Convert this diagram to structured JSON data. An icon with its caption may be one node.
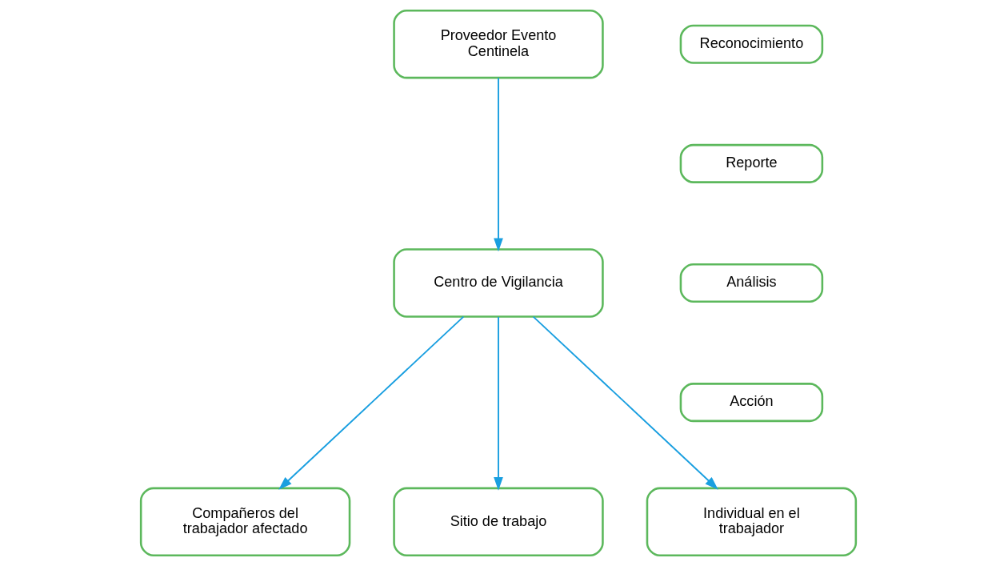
{
  "diagram": {
    "nodes": [
      {
        "text": [
          "Proveedor Evento Centinela"
        ]
      },
      {
        "text": [
          "Reconocimiento"
        ]
      },
      {
        "text": [
          "Reporte"
        ]
      },
      {
        "text": [
          "Centro de Vigilancia"
        ]
      },
      {
        "text": [
          "Análisis"
        ]
      },
      {
        "text": [
          "Acción"
        ]
      },
      {
        "text": [
          "Individual en el trabajador"
        ]
      },
      {
        "text": [
          "Compañeros del trabajador afectado"
        ]
      },
      {
        "text": [
          "Sitio de trabajo"
        ]
      }
    ],
    "edges": [
      {
        "from": 0,
        "to": 3,
        "arrow": "to"
      },
      {
        "from": 3,
        "to": 6,
        "arrow": "to"
      },
      {
        "from": 3,
        "to": 7,
        "arrow": "to"
      },
      {
        "from": 3,
        "to": 8,
        "arrow": "to"
      }
    ]
  }
}
